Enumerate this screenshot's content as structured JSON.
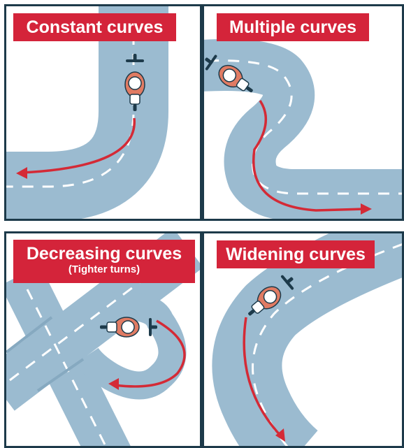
{
  "panels": [
    {
      "title": "Constant curves",
      "subtitle": ""
    },
    {
      "title": "Multiple curves",
      "subtitle": ""
    },
    {
      "title": "Decreasing curves",
      "subtitle": "(Tighter turns)"
    },
    {
      "title": "Widening curves",
      "subtitle": ""
    }
  ],
  "colors": {
    "road": "#9bbbd0",
    "road_edge": "#86a9c0",
    "lane_mark": "#ffffff",
    "path_arrow": "#d42a36",
    "label_bg": "#d4243a",
    "label_text": "#ffffff",
    "border": "#1d3a4a",
    "rider_jacket": "#e07b63",
    "rider_helmet": "#ffffff",
    "motorcycle": "#1d3a4a"
  },
  "icons": [
    "motorcycle-rider-icon",
    "path-arrow-icon"
  ]
}
